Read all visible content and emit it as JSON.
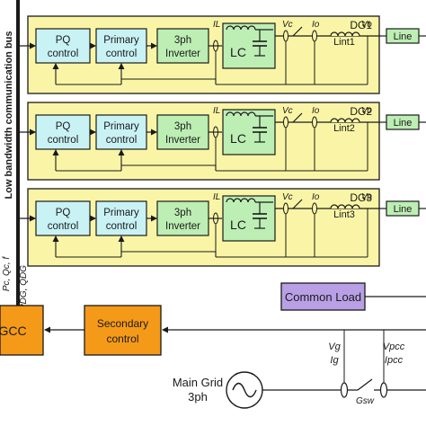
{
  "bus": {
    "label": "Low bandwidth communication bus",
    "left_signals": "Pc, Qc, f",
    "right_signals": "PDG, QDG"
  },
  "dg_units": [
    {
      "name": "DG1",
      "blocks": [
        {
          "key": "pq",
          "lines": [
            "PQ",
            "control"
          ]
        },
        {
          "key": "primary",
          "lines": [
            "Primary",
            "control"
          ]
        },
        {
          "key": "inverter",
          "lines": [
            "3ph",
            "Inverter"
          ]
        }
      ],
      "filter_label": "LC",
      "current_label": "IL",
      "cap_voltage_label": "Vc",
      "out_current_label": "Io",
      "out_voltage_label": "Vo",
      "line_inductor_label": "Lint1",
      "line_label": "Line"
    },
    {
      "name": "DG2",
      "blocks": [
        {
          "key": "pq",
          "lines": [
            "PQ",
            "control"
          ]
        },
        {
          "key": "primary",
          "lines": [
            "Primary",
            "control"
          ]
        },
        {
          "key": "inverter",
          "lines": [
            "3ph",
            "Inverter"
          ]
        }
      ],
      "filter_label": "LC",
      "current_label": "IL",
      "cap_voltage_label": "Vc",
      "out_current_label": "Io",
      "out_voltage_label": "Vo",
      "line_inductor_label": "Lint2",
      "line_label": "Line"
    },
    {
      "name": "DG3",
      "blocks": [
        {
          "key": "pq",
          "lines": [
            "PQ",
            "control"
          ]
        },
        {
          "key": "primary",
          "lines": [
            "Primary",
            "control"
          ]
        },
        {
          "key": "inverter",
          "lines": [
            "3ph",
            "Inverter"
          ]
        }
      ],
      "filter_label": "LC",
      "current_label": "IL",
      "cap_voltage_label": "Vc",
      "out_current_label": "Io",
      "out_voltage_label": "Vo",
      "line_inductor_label": "Lint3",
      "line_label": "Line"
    }
  ],
  "common_load": {
    "label": "Common Load"
  },
  "gcc": {
    "label": "GCC"
  },
  "secondary": {
    "lines": [
      "Secondary",
      "control"
    ]
  },
  "grid": {
    "lines": [
      "Main Grid",
      "3ph"
    ],
    "vg": "Vg",
    "ig": "Ig",
    "vpcc": "Vpcc",
    "ipcc": "Ipcc",
    "switch": "Gsw"
  },
  "colors": {
    "dg_panel": "#faf5a6",
    "control_block": "#c9f2f5",
    "inverter_block": "#bdeeb4",
    "line_block": "#bdeeb4",
    "load_block": "#b9a0e6",
    "orange_block": "#f59a18",
    "stroke": "#1a1a1a"
  }
}
